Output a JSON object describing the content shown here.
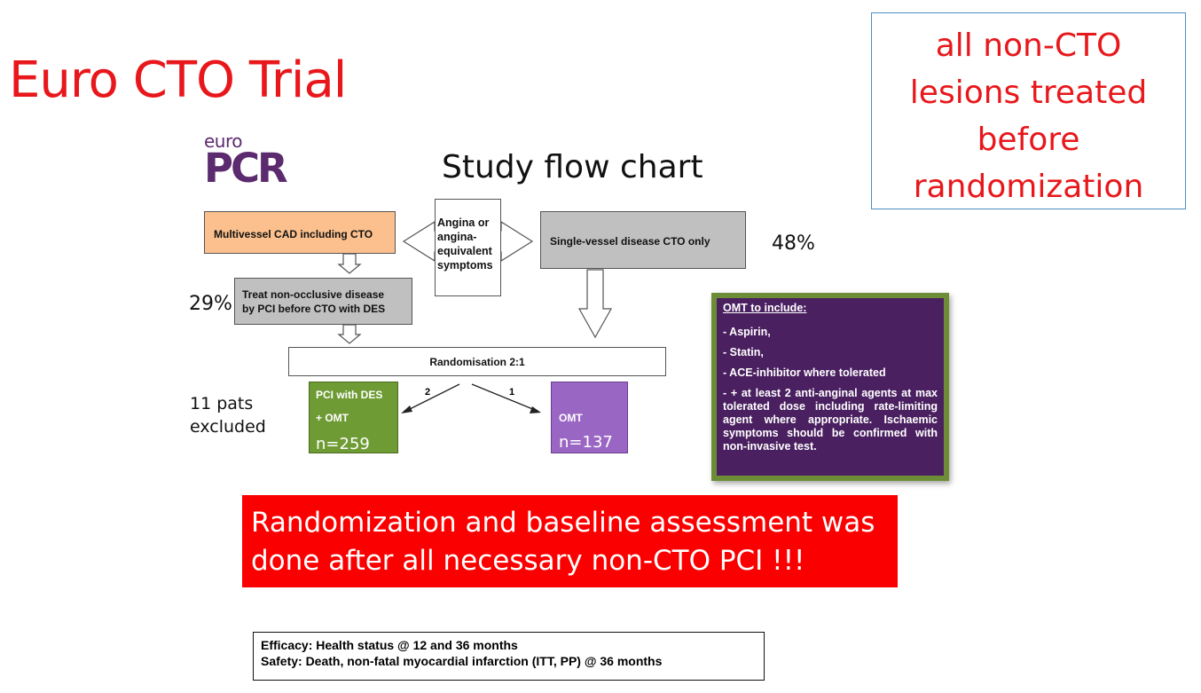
{
  "slide": {
    "title": "Euro CTO Trial",
    "note_lines": [
      "all non-CTO",
      "lesions treated",
      "before",
      "randomization"
    ]
  },
  "logo": {
    "small": "euro",
    "big": "PCR"
  },
  "flowchart": {
    "title": "Study flow chart",
    "multivessel": "Multivessel CAD including CTO",
    "symptoms_lines": [
      "Angina or",
      "angina-",
      "equivalent",
      "symptoms"
    ],
    "single_vessel": "Single-vessel disease CTO only",
    "single_pct": "48%",
    "treat_lines": [
      "Treat non-occlusive disease",
      "by PCI before CTO with DES"
    ],
    "treat_pct": "29%",
    "randomisation": "Randomisation 2:1",
    "ratio_pci": "2",
    "ratio_omt": "1",
    "excluded_lines": [
      "11 pats",
      "excluded"
    ],
    "pci_arm": {
      "line1": "PCI with DES",
      "line2": "+ OMT",
      "n": "n=259"
    },
    "omt_arm": {
      "label": "OMT",
      "n": "n=137"
    }
  },
  "omt_panel": {
    "heading": "OMT to include:",
    "items": [
      "- Aspirin,",
      "- Statin,",
      "- ACE-inhibitor where tolerated",
      "- + at least 2 anti-anginal agents at max tolerated dose including rate-limiting agent where appropriate. Ischaemic symptoms should be confirmed with non-invasive test."
    ]
  },
  "banner": {
    "lines": [
      "Randomization and baseline assessment was",
      "done after all necessary non-CTO PCI !!!"
    ]
  },
  "endpoints": {
    "efficacy": "Efficacy: Health status @ 12 and 36 months",
    "safety": "Safety: Death, non-fatal myocardial infarction (ITT, PP) @ 36 months"
  },
  "colors": {
    "title_red": "#e8171b",
    "note_border": "#4f8fc0",
    "orange_box": "#fbc08d",
    "gray_box": "#c0c0c0",
    "green_arm": "#6e9b34",
    "purple_arm": "#9a66c4",
    "omt_panel_bg": "#4a2060",
    "omt_panel_border": "#6c8d36",
    "banner_red": "#fb0000",
    "logo_purple": "#5c2a6e"
  }
}
